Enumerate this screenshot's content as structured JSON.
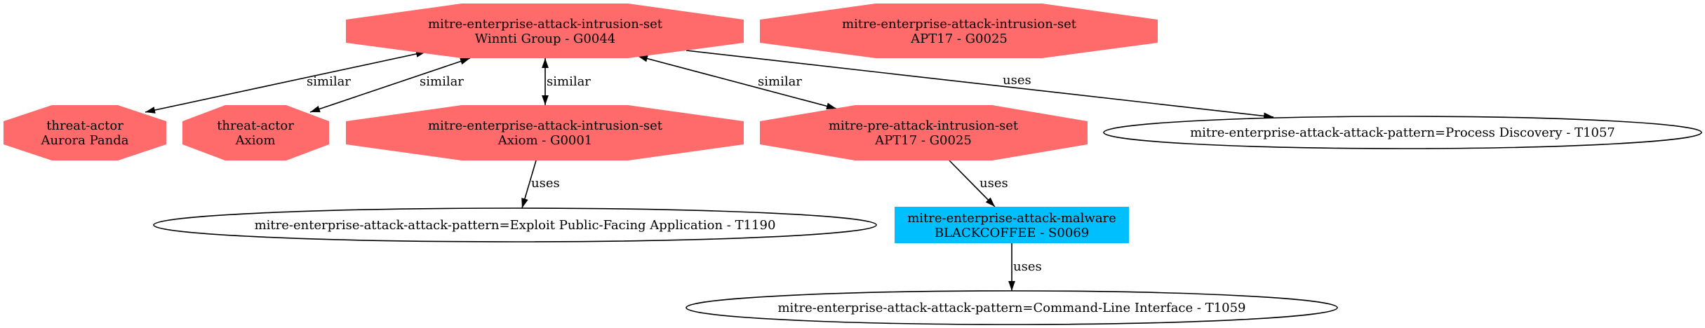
{
  "graph": {
    "colors": {
      "intrusion_set": "#ff6a6a",
      "threat_actor": "#ff6a6a",
      "malware": "#00bfff",
      "attack_pattern": "#ffffff"
    },
    "nodes": [
      {
        "id": "winnti",
        "shape": "octagon",
        "type": "mitre-enterprise-attack-intrusion-set",
        "name": "Winnti Group - G0044"
      },
      {
        "id": "apt17-enterprise",
        "shape": "octagon",
        "type": "mitre-enterprise-attack-intrusion-set",
        "name": "APT17 - G0025"
      },
      {
        "id": "aurora-panda",
        "shape": "octagon",
        "type": "threat-actor",
        "name": "Aurora Panda"
      },
      {
        "id": "axiom-actor",
        "shape": "octagon",
        "type": "threat-actor",
        "name": "Axiom"
      },
      {
        "id": "axiom-g0001",
        "shape": "octagon",
        "type": "mitre-enterprise-attack-intrusion-set",
        "name": "Axiom - G0001"
      },
      {
        "id": "apt17-pre",
        "shape": "octagon",
        "type": "mitre-pre-attack-intrusion-set",
        "name": "APT17 - G0025"
      },
      {
        "id": "process-discovery",
        "shape": "ellipse",
        "label": "mitre-enterprise-attack-attack-pattern=Process Discovery - T1057"
      },
      {
        "id": "exploit-public",
        "shape": "ellipse",
        "label": "mitre-enterprise-attack-attack-pattern=Exploit Public-Facing Application - T1190"
      },
      {
        "id": "blackcoffee",
        "shape": "box",
        "type": "mitre-enterprise-attack-malware",
        "name": "BLACKCOFFEE - S0069"
      },
      {
        "id": "command-line",
        "shape": "ellipse",
        "label": "mitre-enterprise-attack-attack-pattern=Command-Line Interface - T1059"
      }
    ],
    "edges": [
      {
        "from": "winnti",
        "to": "aurora-panda",
        "label": "similar",
        "direction": "both"
      },
      {
        "from": "winnti",
        "to": "axiom-actor",
        "label": "similar",
        "direction": "both"
      },
      {
        "from": "winnti",
        "to": "axiom-g0001",
        "label": "similar",
        "direction": "both"
      },
      {
        "from": "winnti",
        "to": "apt17-pre",
        "label": "similar",
        "direction": "both"
      },
      {
        "from": "winnti",
        "to": "process-discovery",
        "label": "uses",
        "direction": "forward"
      },
      {
        "from": "axiom-g0001",
        "to": "exploit-public",
        "label": "uses",
        "direction": "forward"
      },
      {
        "from": "apt17-pre",
        "to": "blackcoffee",
        "label": "uses",
        "direction": "forward"
      },
      {
        "from": "blackcoffee",
        "to": "command-line",
        "label": "uses",
        "direction": "forward"
      }
    ]
  }
}
